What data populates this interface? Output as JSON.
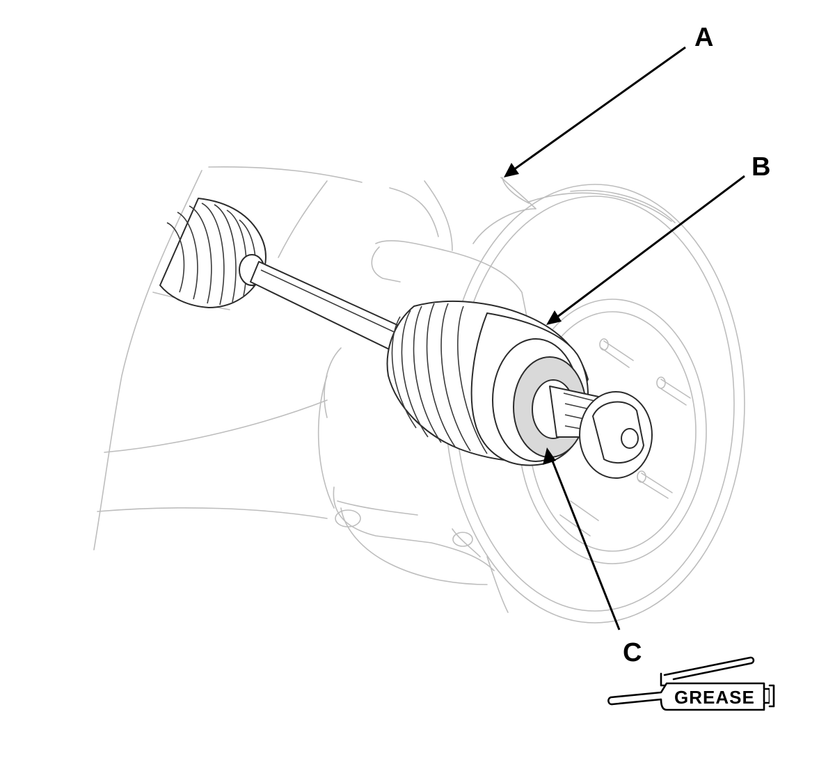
{
  "callouts": {
    "a": "A",
    "b": "B",
    "c": "C"
  },
  "grease_symbol": {
    "label": "GREASE"
  },
  "colors": {
    "linework": "#bdbdbd",
    "outline": "#2b2b2b",
    "leader": "#000000",
    "hub_shade": "#d9d9d9"
  },
  "icons": [
    "grease-gun-icon"
  ]
}
